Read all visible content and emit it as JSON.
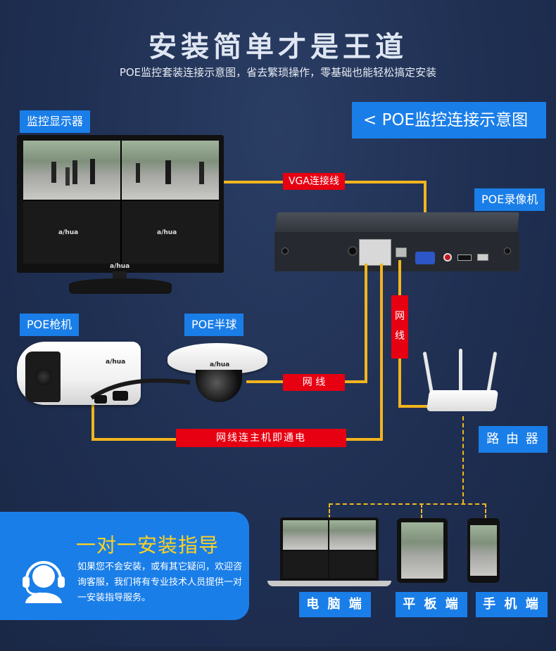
{
  "header": {
    "title": "安装简单才是王道",
    "subtitle": "POE监控套装连接示意图，省去繁琐操作，零基础也能轻松搞定安装"
  },
  "banner": {
    "label": "<  POE监控连接示意图"
  },
  "labels": {
    "monitor": "监控显示器",
    "nvr": "POE录像机",
    "bullet_camera": "POE枪机",
    "dome_camera": "POE半球",
    "router": "路 由 器"
  },
  "cables": {
    "vga": "VGA连接线",
    "network_dome": "网 线",
    "network_router": "网\n线",
    "network_power": "网线连主机即通电"
  },
  "brand": {
    "logo": "a/hua"
  },
  "help": {
    "title": "一对一安装指导",
    "text": "如果您不会安装，或有其它疑问，欢迎咨询客服，我们将有专业技术人员提供一对一安装指导服务。"
  },
  "devices": [
    {
      "label": "电 脑 端"
    },
    {
      "label": "平 板 端"
    },
    {
      "label": "手 机 端"
    }
  ],
  "colors": {
    "background": "#1f2f52",
    "accent_blue": "#1a7ee8",
    "cable_yellow": "#f2b51e",
    "label_red": "#e60012",
    "help_title_yellow": "#ffd21f"
  }
}
